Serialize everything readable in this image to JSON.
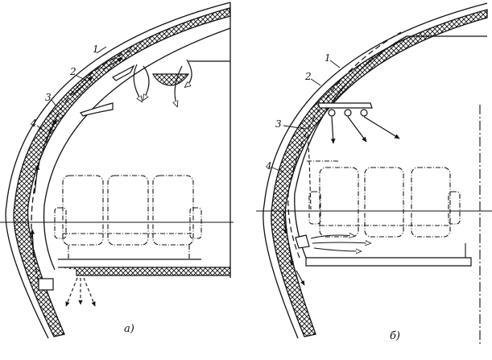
{
  "diagram_a": {
    "labels": [
      "1",
      "2",
      "3",
      "4"
    ],
    "caption": "а)"
  },
  "diagram_b": {
    "labels": [
      "1",
      "2",
      "3",
      "4"
    ],
    "caption": "б)"
  },
  "colors": {
    "ink": "#111111",
    "background": "#ffffff"
  }
}
